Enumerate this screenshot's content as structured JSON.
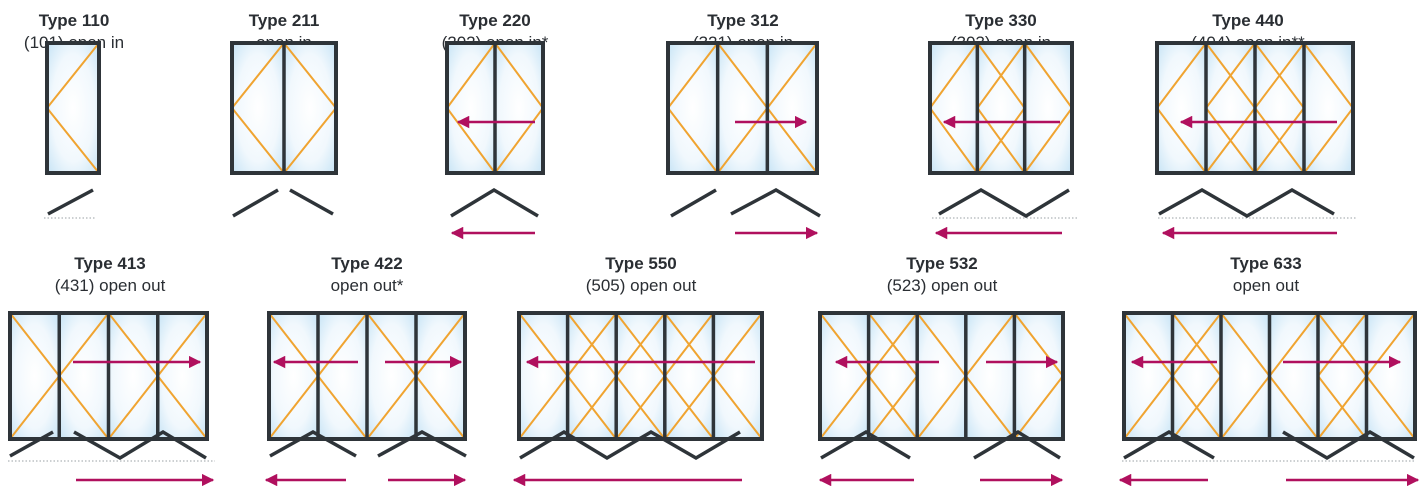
{
  "colors": {
    "frame": "#2e3439",
    "diagonal": "#f0a431",
    "arrow": "#b0105e",
    "glass_edge": "#cfe6f5",
    "glass_center": "#ffffff",
    "baseline": "#9aa0a4"
  },
  "doors": [
    {
      "id": "110",
      "title": "Type 110",
      "subtitle": "(101) open in"
    },
    {
      "id": "211",
      "title": "Type 211",
      "subtitle": "open in"
    },
    {
      "id": "220",
      "title": "Type 220",
      "subtitle": "(202) open in*"
    },
    {
      "id": "312",
      "title": "Type 312",
      "subtitle": "(321) open in"
    },
    {
      "id": "330",
      "title": "Type 330",
      "subtitle": "(303) open in"
    },
    {
      "id": "440",
      "title": "Type 440",
      "subtitle": "(404) open in**"
    },
    {
      "id": "413",
      "title": "Type 413",
      "subtitle": "(431) open out"
    },
    {
      "id": "422",
      "title": "Type 422",
      "subtitle": "open out*"
    },
    {
      "id": "550",
      "title": "Type 550",
      "subtitle": "(505) open out"
    },
    {
      "id": "532",
      "title": "Type 532",
      "subtitle": "(523) open out"
    },
    {
      "id": "633",
      "title": "Type 633",
      "subtitle": "open out"
    }
  ]
}
